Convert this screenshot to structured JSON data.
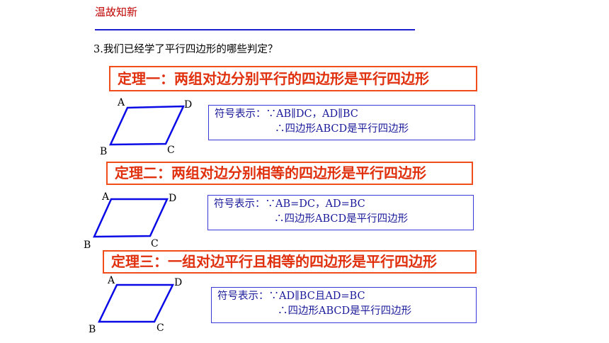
{
  "header": {
    "title": "温故知新"
  },
  "question": "3.我们已经学了平行四边形的哪些判定？",
  "theorems": [
    {
      "statement": "定理一：两组对边分别平行的四边形是平行四边形",
      "symbol_label": "符号表示：",
      "condition": "∵AB∥DC，AD∥BC",
      "conclusion": "∴四边形ABCD是平行四边形",
      "vertices": {
        "A": "A",
        "B": "B",
        "C": "C",
        "D": "D"
      }
    },
    {
      "statement": "定理二：两组对边分别相等的四边形是平行四边形",
      "symbol_label": "符号表示：",
      "condition": "∵AB=DC，AD=BC",
      "conclusion": "∴四边形ABCD是平行四边形",
      "vertices": {
        "A": "A",
        "B": "B",
        "C": "C",
        "D": "D"
      }
    },
    {
      "statement": "定理三：一组对边平行且相等的四边形是平行四边形",
      "symbol_label": "符号表示：",
      "condition": "∵AD∥BC且AD=BC",
      "conclusion": "∴四边形ABCD是平行四边形",
      "vertices": {
        "A": "A",
        "B": "B",
        "C": "C",
        "D": "D"
      }
    }
  ],
  "colors": {
    "title": "#c00000",
    "rule": "#1f1fd0",
    "theorem_border": "#f04d1a",
    "theorem_text": "#e0300e",
    "symbol_border": "#3a3ad8",
    "symbol_text": "#1a1a9a",
    "figure_stroke": "#0a0ae6"
  }
}
